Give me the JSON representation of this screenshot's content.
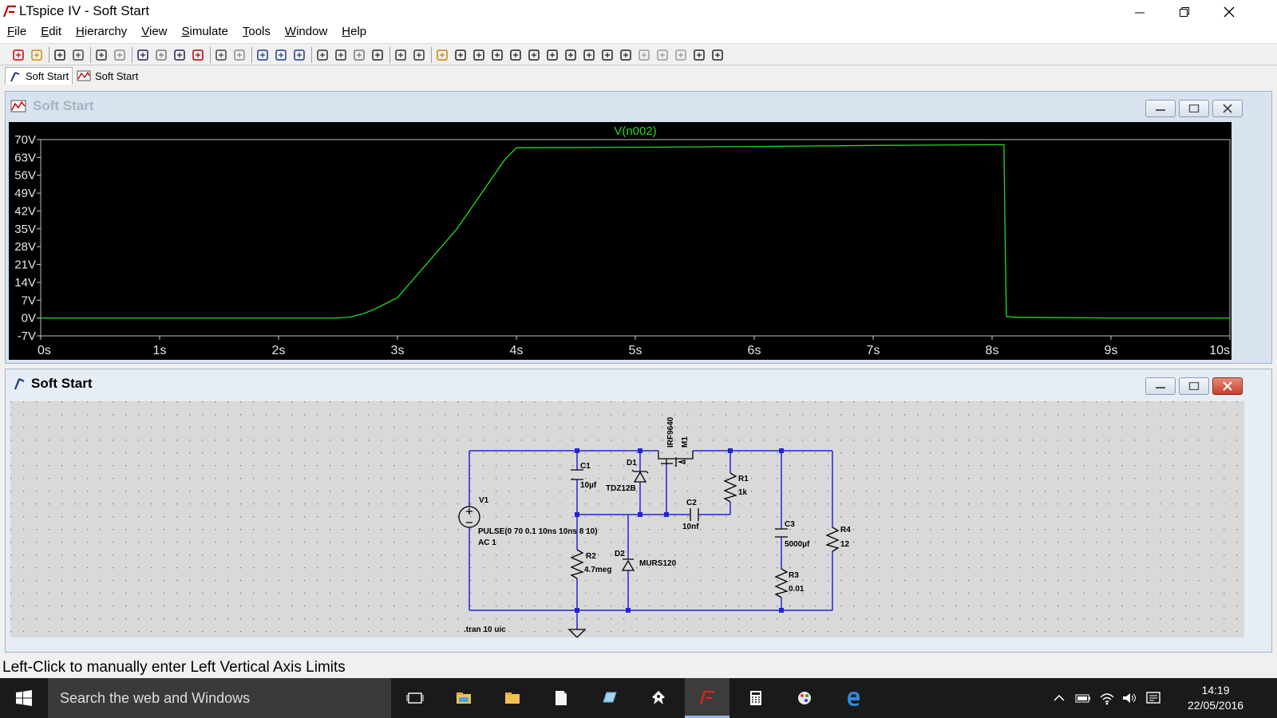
{
  "window": {
    "title": "LTspice IV - Soft Start",
    "controls": [
      "minimize-icon",
      "restore-icon",
      "close-icon"
    ]
  },
  "menu": [
    "File",
    "Edit",
    "Hierarchy",
    "View",
    "Simulate",
    "Tools",
    "Window",
    "Help"
  ],
  "toolbar_icons": [
    "new-schematic-icon",
    "open-icon",
    "save-icon",
    "control-panel-icon",
    "run-icon",
    "halt-icon",
    "zoom-in-icon",
    "zoom-fit-icon",
    "zoom-out-icon",
    "zoom-cancel-icon",
    "autorange-icon",
    "mark-unref-icon",
    "tile-horizontal-icon",
    "cascade-icon",
    "tile-vertical-icon",
    "cut-icon",
    "copy-icon",
    "paste-icon",
    "find-icon",
    "print-setup-icon",
    "print-icon",
    "wire-icon",
    "ground-icon",
    "label-net-icon",
    "resistor-icon",
    "capacitor-icon",
    "inductor-icon",
    "diode-icon",
    "component-icon",
    "move-icon",
    "drag-icon",
    "undo-icon",
    "redo-icon",
    "rotate-icon",
    "mirror-icon",
    "text-icon",
    "spice-directive-icon"
  ],
  "tabs": [
    {
      "label": "Soft Start",
      "icon": "schematic-tab-icon"
    },
    {
      "label": "Soft Start",
      "icon": "waveform-tab-icon"
    }
  ],
  "waveform_window": {
    "title": "Soft Start"
  },
  "schematic_window": {
    "title": "Soft Start"
  },
  "chart_data": {
    "type": "line",
    "title": "",
    "xlabel": "",
    "ylabel": "",
    "xlim": [
      0,
      10
    ],
    "ylim": [
      -7,
      70
    ],
    "x_ticks": [
      "0s",
      "1s",
      "2s",
      "3s",
      "4s",
      "5s",
      "6s",
      "7s",
      "8s",
      "9s",
      "10s"
    ],
    "y_ticks": [
      "70V",
      "63V",
      "56V",
      "49V",
      "42V",
      "35V",
      "28V",
      "21V",
      "14V",
      "7V",
      "0V",
      "-7V"
    ],
    "series": [
      {
        "name": "V(n002)",
        "color": "#22dd22",
        "x": [
          0,
          2.5,
          2.6,
          2.7,
          2.8,
          3.0,
          3.5,
          3.9,
          4.0,
          5.0,
          6.0,
          7.0,
          8.0,
          8.1,
          8.11,
          8.12,
          8.2,
          9.0,
          10.0
        ],
        "y": [
          0,
          0,
          0.4,
          1.5,
          3.3,
          8.0,
          35.0,
          62.0,
          66.8,
          67.0,
          67.3,
          67.7,
          68.0,
          68.0,
          30,
          0.6,
          0.3,
          0.0,
          0.0
        ]
      }
    ]
  },
  "schematic": {
    "labels": {
      "v1": "V1",
      "v1_value": "PULSE(0 70 0.1 10ns 10ns 8 10)",
      "v1_ac": "AC 1",
      "c1": "C1",
      "c1_value": "10µf",
      "d1": "D1",
      "d1_value": "TDZ12B",
      "m1": "M1",
      "m1_value": "IRF9640",
      "r1": "R1",
      "r1_value": "1k",
      "c2": "C2",
      "c2_value": "10nf",
      "r2": "R2",
      "r2_value": "4.7meg",
      "d2": "D2",
      "d2_value": "MURS120",
      "c3": "C3",
      "c3_value": "5000µf",
      "r3": "R3",
      "r3_value": "0.01",
      "r4": "R4",
      "r4_value": "12",
      "directive": ".tran 10 uic"
    },
    "wire_color": "#2222dd",
    "component_color": "#000000"
  },
  "status": "Left-Click to manually enter Left Vertical Axis Limits",
  "taskbar": {
    "search_placeholder": "Search the web and Windows",
    "apps": [
      "task-view-icon",
      "file-explorer-icon",
      "folder-icon",
      "document-icon",
      "disk-icon",
      "inkscape-icon",
      "ltspice-icon",
      "calculator-icon",
      "paint-icon",
      "edge-icon"
    ],
    "time": "14:19",
    "date": "22/05/2016"
  }
}
